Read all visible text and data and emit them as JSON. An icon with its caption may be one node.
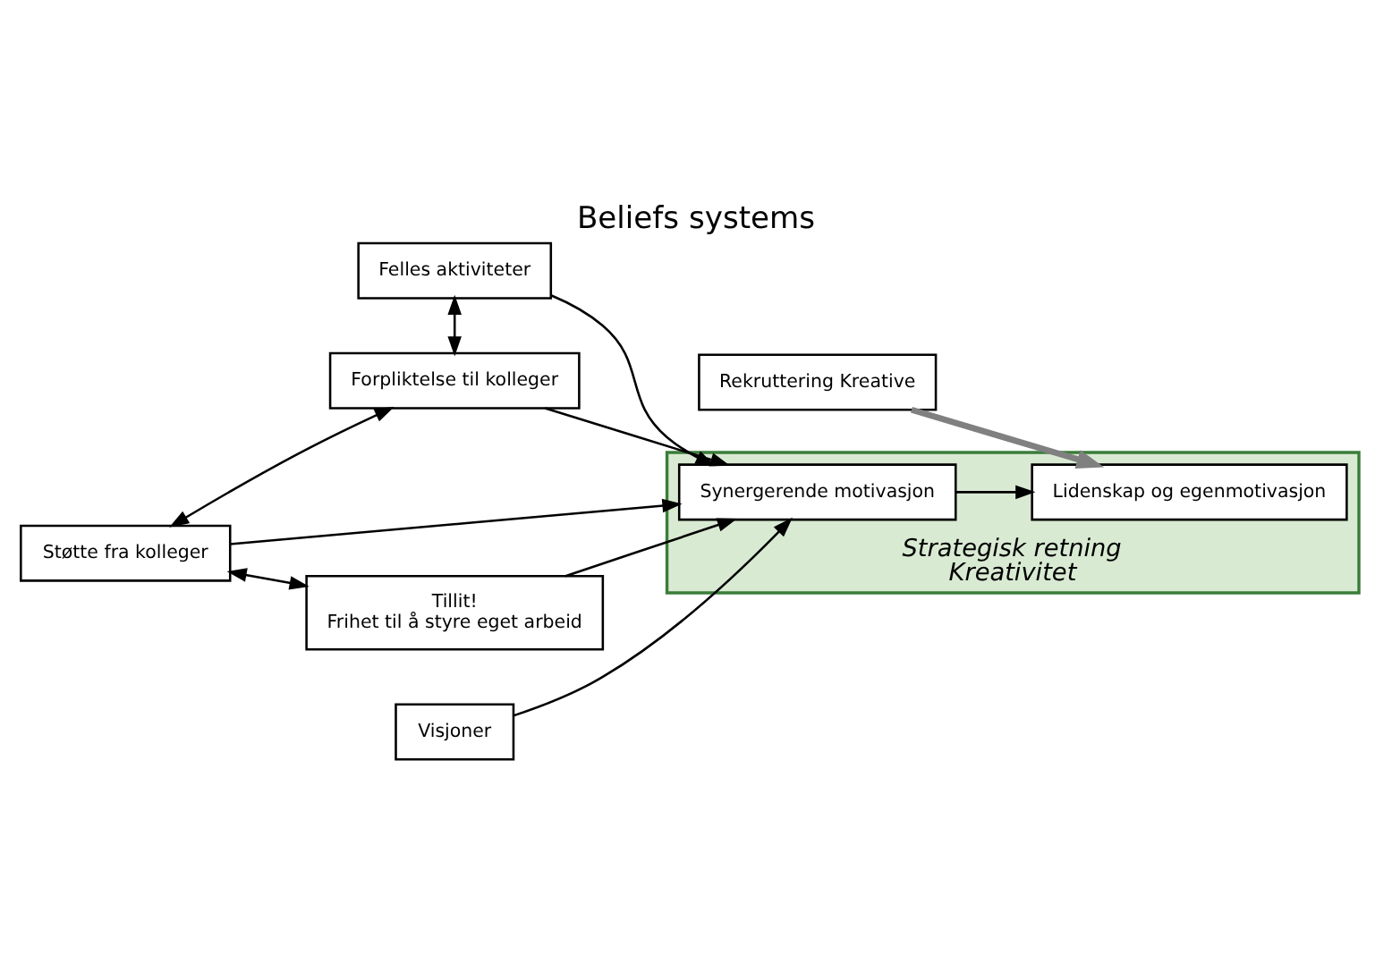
{
  "diagram": {
    "title": "Beliefs systems",
    "nodes": [
      {
        "text": [
          "Strategisk retning",
          "Kreativitet"
        ]
      },
      {
        "text": [
          "Felles aktiviteter"
        ]
      },
      {
        "text": [
          "Visjoner"
        ]
      },
      {
        "text": [
          "Forpliktelse til kolleger"
        ]
      },
      {
        "text": [
          "Synergerende motivasjon"
        ],
        "in": 0
      },
      {
        "text": [
          "Lidenskap og egenmotivasjon"
        ],
        "in": 0
      },
      {
        "text": [
          "Støtte fra kolleger"
        ]
      },
      {
        "text": [
          "Tillit!",
          "Frihet til å styre eget arbeid"
        ]
      },
      {
        "text": [
          "Rekruttering Kreative"
        ]
      }
    ],
    "edges": [
      {
        "from": 1,
        "to": 4,
        "arrow": "to"
      },
      {
        "from": 2,
        "to": 4,
        "arrow": "to"
      },
      {
        "from": 3,
        "to": 4,
        "arrow": "to"
      },
      {
        "from": 6,
        "to": 4,
        "arrow": "to"
      },
      {
        "from": 7,
        "to": 4,
        "arrow": "to"
      },
      {
        "from": 4,
        "to": 5,
        "arrow": "to"
      },
      {
        "from": 8,
        "to": 5,
        "arrow": "to",
        "style": "thick",
        "color": "#808080"
      },
      {
        "from": 1,
        "to": 3,
        "arrow": "both"
      },
      {
        "from": 3,
        "to": 6,
        "arrow": "both"
      },
      {
        "from": 6,
        "to": 7,
        "arrow": "both"
      }
    ]
  }
}
